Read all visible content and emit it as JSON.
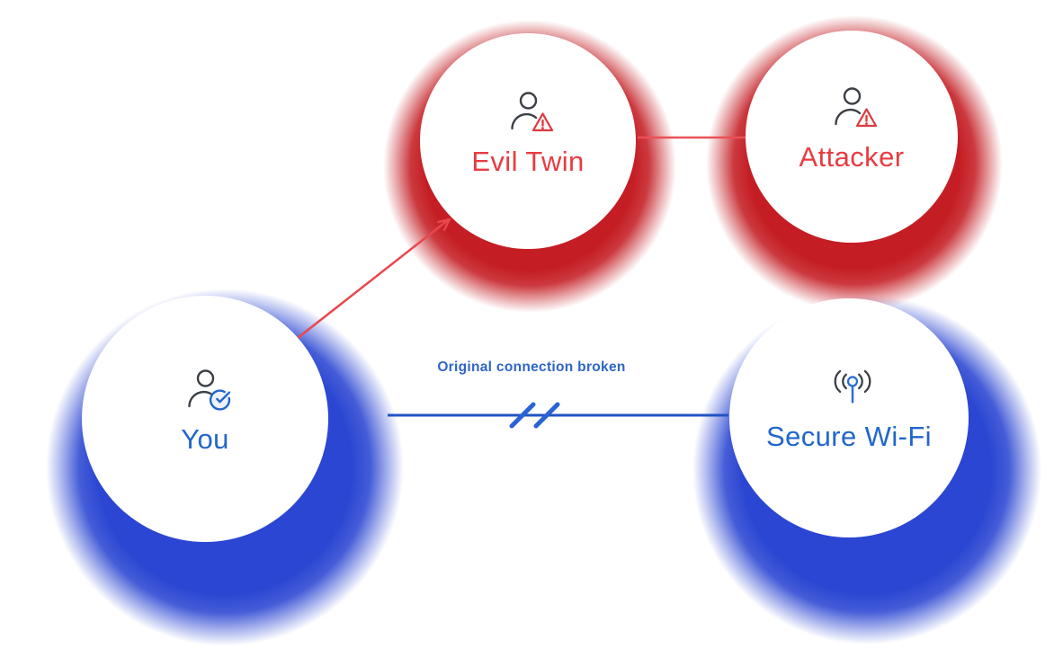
{
  "diagram": {
    "nodes": {
      "you": {
        "label": "You",
        "icon": "user-check-icon",
        "text_color": "#2166cc",
        "glow_color": "#2b46d2"
      },
      "evil_twin": {
        "label": "Evil Twin",
        "icon": "user-warning-icon",
        "text_color": "#e73c42",
        "glow_color": "#c41e24"
      },
      "attacker": {
        "label": "Attacker",
        "icon": "user-warning-icon",
        "text_color": "#e73c42",
        "glow_color": "#c41e24"
      },
      "secure_wifi": {
        "label": "Secure Wi-Fi",
        "icon": "wifi-antenna-icon",
        "text_color": "#2166cc",
        "glow_color": "#2b46d2"
      }
    },
    "edges": {
      "you_to_evil_twin": {
        "type": "arrow",
        "color": "#e8474d"
      },
      "evil_twin_to_attacker": {
        "type": "line",
        "color": "#ea5056"
      },
      "you_to_secure_wifi": {
        "type": "broken-line",
        "color": "#2154c4",
        "label": "Original connection broken"
      }
    }
  }
}
